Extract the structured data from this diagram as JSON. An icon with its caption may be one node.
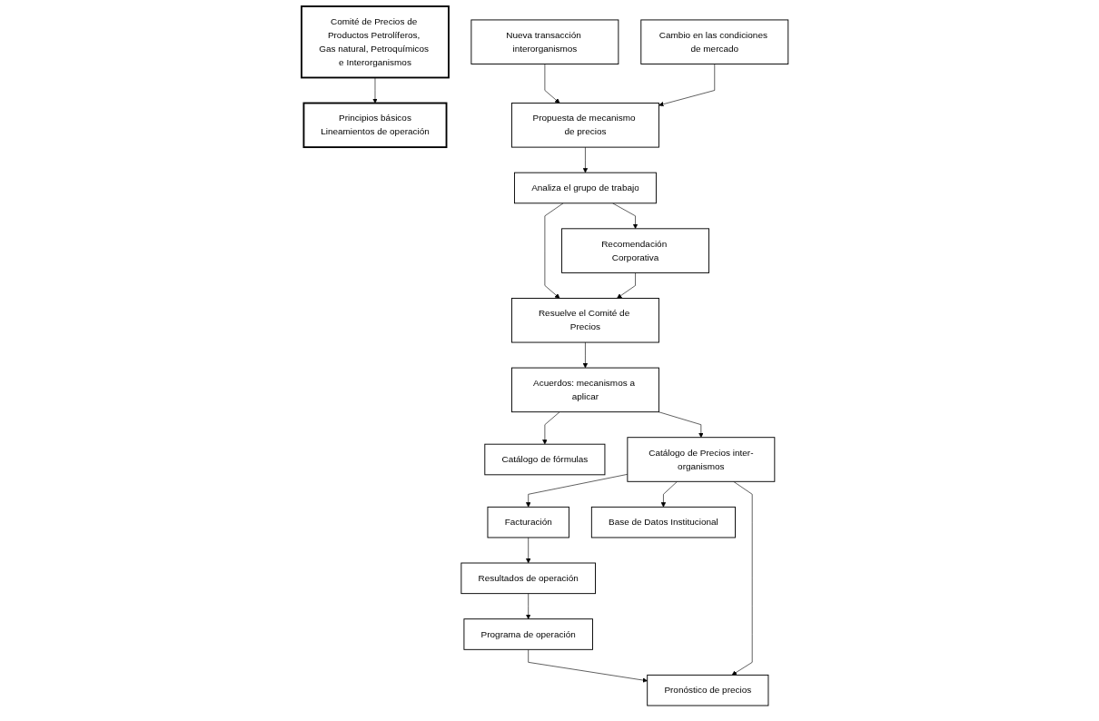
{
  "diagram": {
    "nodes": [
      {
        "text": [
          "Comité de Precios de Productos Petrolíferos, Gas natural, Petroquímicos e Interorganismos"
        ]
      },
      {
        "text": [
          "Principios básicos",
          "Lineamientos de operación"
        ]
      },
      {
        "text": [
          "Nueva transacción interorganismos"
        ]
      },
      {
        "text": [
          "Propuesta de mecanismo de precios"
        ]
      },
      {
        "text": [
          "Analiza el grupo de trabajo"
        ]
      },
      {
        "text": [
          "Resuelve el Comité de Precios"
        ]
      },
      {
        "text": [
          "Acuerdos: mecanismos a aplicar"
        ]
      },
      {
        "text": [
          "Catálogo de fórmulas"
        ]
      },
      {
        "text": [
          "Cambio en las condiciones de mercado"
        ]
      },
      {
        "text": [
          "Recomendación Corporativa"
        ]
      },
      {
        "text": [
          "Catálogo de Precios inter-organismos"
        ]
      },
      {
        "text": [
          "Facturación"
        ]
      },
      {
        "text": [
          "Resultados de operación"
        ]
      },
      {
        "text": [
          "Pronóstico de precios"
        ]
      },
      {
        "text": [
          "Programa de operación"
        ]
      },
      {
        "text": [
          "Base de Datos Institucional"
        ]
      }
    ],
    "edges": [
      {
        "from": 0,
        "to": 1,
        "arrow": "to"
      },
      {
        "from": 2,
        "to": 3,
        "arrow": "to"
      },
      {
        "from": 3,
        "to": 4,
        "arrow": "to"
      },
      {
        "from": 4,
        "to": 5,
        "arrow": "to"
      },
      {
        "from": 5,
        "to": 6,
        "arrow": "to"
      },
      {
        "from": 6,
        "to": 7,
        "arrow": "to"
      },
      {
        "from": 8,
        "to": 3,
        "arrow": "to"
      },
      {
        "from": 4,
        "to": 9,
        "arrow": "to"
      },
      {
        "from": 9,
        "to": 5,
        "arrow": "to"
      },
      {
        "from": 6,
        "to": 10,
        "arrow": "to"
      },
      {
        "from": 10,
        "to": 11,
        "arrow": "to"
      },
      {
        "from": 11,
        "to": 12,
        "arrow": "to"
      },
      {
        "from": 12,
        "to": 14,
        "arrow": "to"
      },
      {
        "from": 14,
        "to": 13,
        "arrow": "to"
      },
      {
        "from": 10,
        "to": 15,
        "arrow": "to"
      },
      {
        "from": 10,
        "to": 13,
        "arrow": "to"
      }
    ]
  }
}
